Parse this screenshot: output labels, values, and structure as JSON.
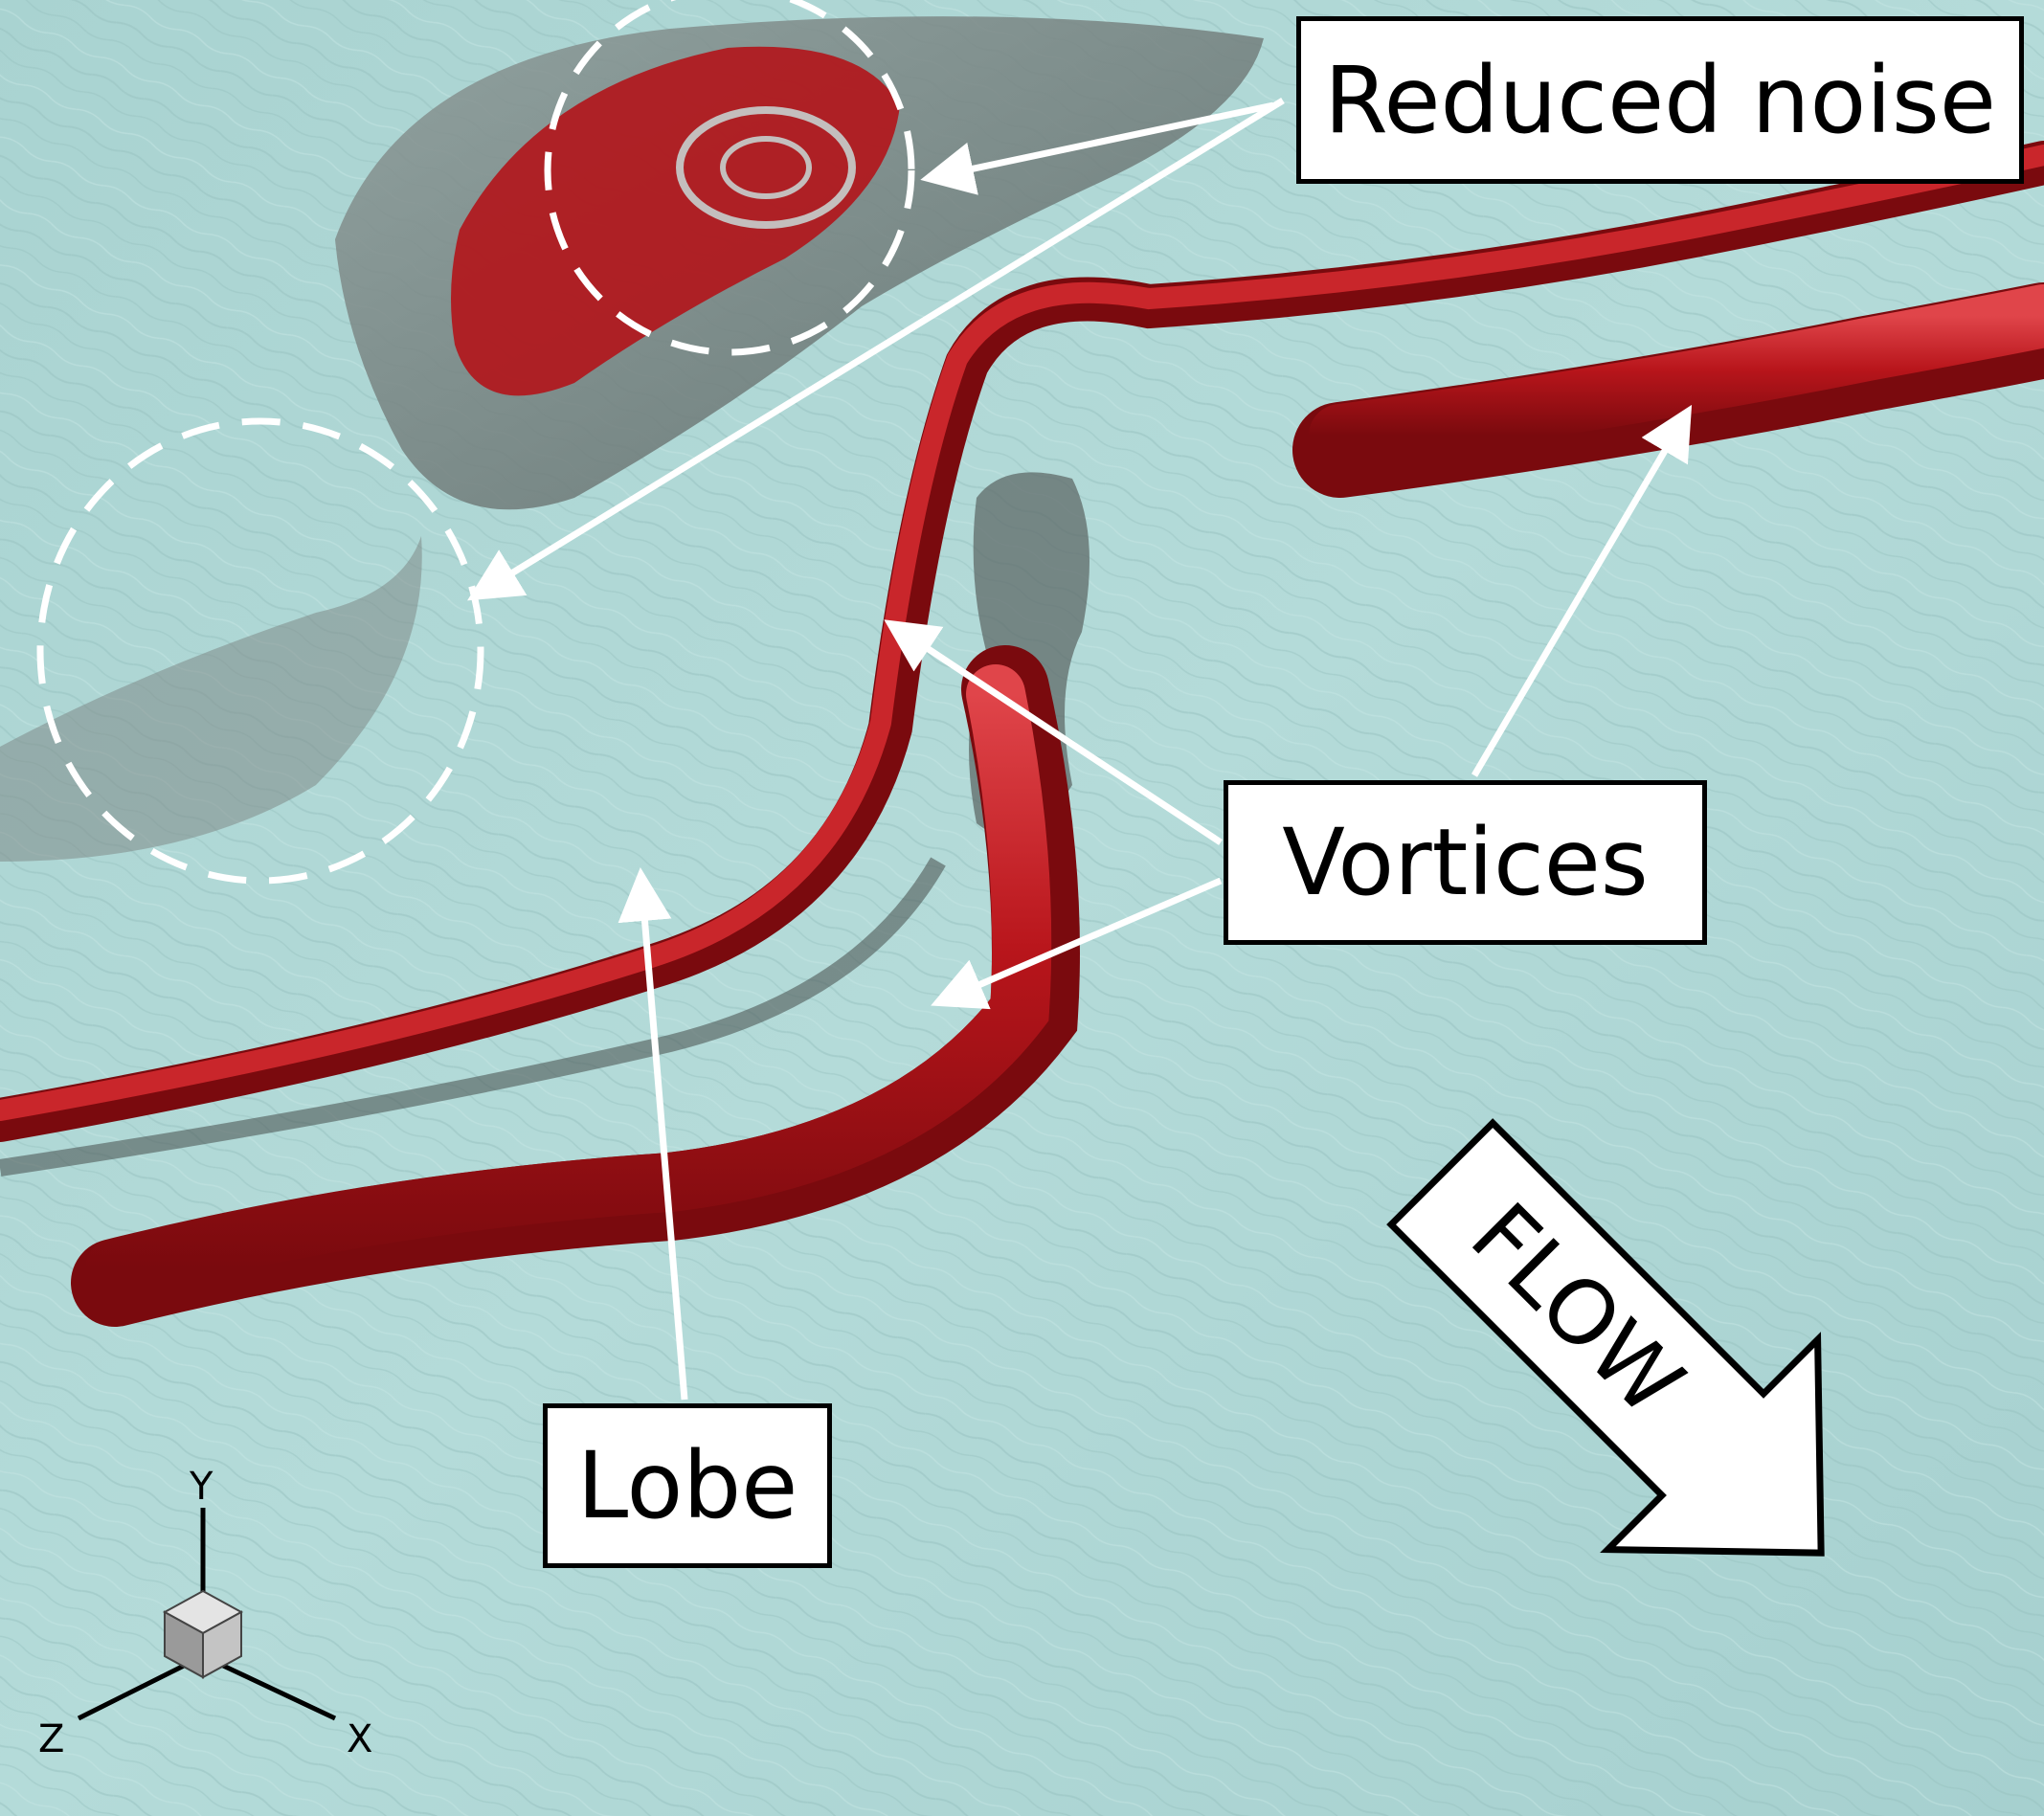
{
  "labels": {
    "reduced_noise": "Reduced noise",
    "vortices": "Vortices",
    "lobe": "Lobe",
    "flow": "FLOW"
  },
  "axes": {
    "y": "Y",
    "z": "Z",
    "x": "X"
  },
  "colors": {
    "background_fluid": "#aed6d4",
    "vortex_red": "#b3141a",
    "isosurface_grey": "#6f7a78",
    "annotation": "#ffffff"
  }
}
